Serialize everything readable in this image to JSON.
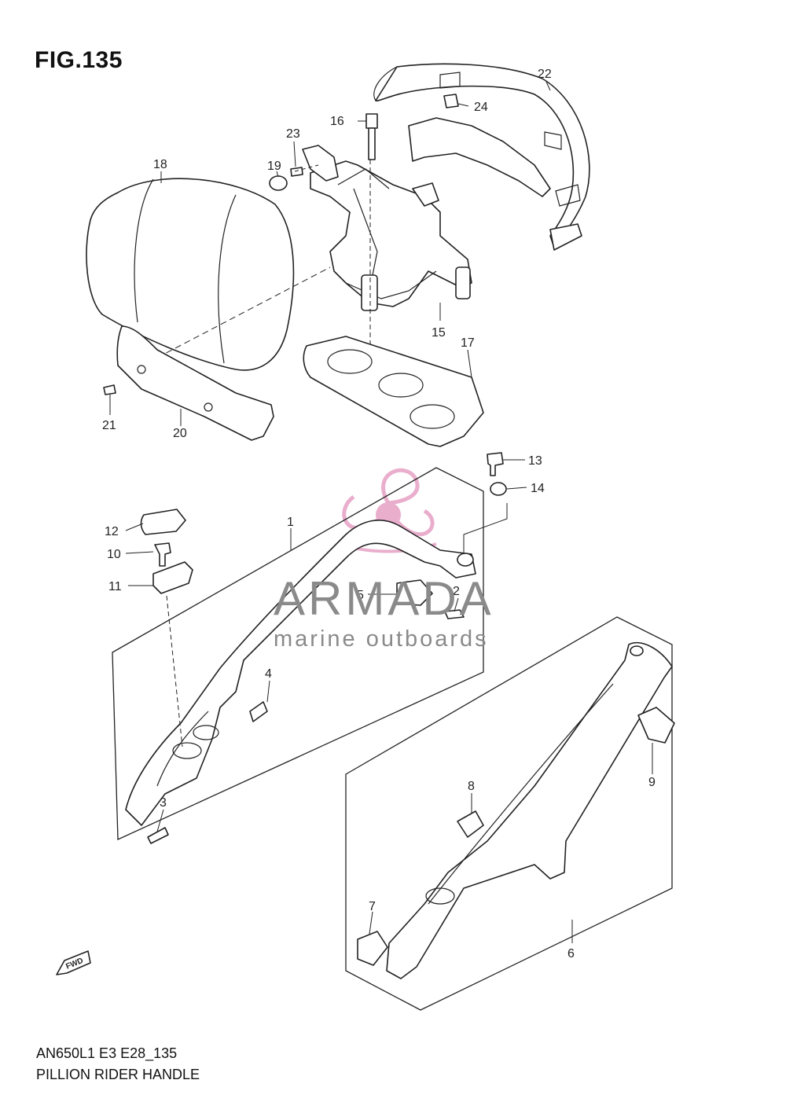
{
  "figure": {
    "title": "FIG.135",
    "model_code": "AN650L1 E3 E28_135",
    "name": "PILLION RIDER HANDLE",
    "fwd_label": "FWD"
  },
  "watermark": {
    "title": "ARMADA",
    "subtitle": "marine outboards",
    "accent_color": "#e8a6c8",
    "text_color": "#8a8a8a"
  },
  "callouts": [
    "1",
    "2",
    "3",
    "4",
    "5",
    "6",
    "7",
    "8",
    "9",
    "10",
    "11",
    "12",
    "13",
    "14",
    "15",
    "16",
    "17",
    "18",
    "19",
    "20",
    "21",
    "22",
    "23",
    "24"
  ]
}
